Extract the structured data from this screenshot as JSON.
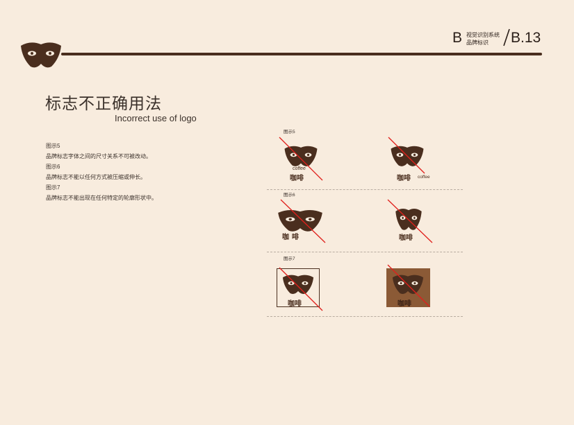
{
  "header": {
    "section_letter": "B",
    "section_title_line1": "视觉识别系统",
    "section_title_line2": "品牌标识",
    "page_code": "B.13"
  },
  "title": {
    "main": "标志不正确用法",
    "subtitle": "Incorrect use of logo"
  },
  "notes": [
    "图示5",
    "品牌标志字体之间的尺寸关系不可被改动。",
    "图示6",
    "品牌标志不能以任何方式被压缩或伸长。",
    "图示7",
    "品牌标志不能出现在任何特定的轮廓形状中。"
  ],
  "figures": {
    "fig5_label": "图示5",
    "fig6_label": "图示6",
    "fig7_label": "图示7",
    "wordmark": "咖啡",
    "coffee_word": "coffee"
  },
  "colors": {
    "background": "#f8ecde",
    "brand_brown": "#4a2e1e",
    "strike_red": "#e0201c",
    "box_fill": "#8b5a36"
  }
}
